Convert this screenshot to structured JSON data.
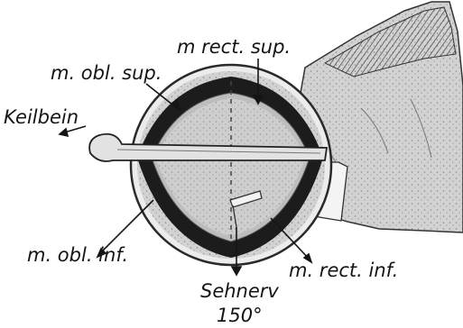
{
  "figure": {
    "labels": {
      "rect_sup": "m rect. sup.",
      "obl_sup": "m. obl. sup.",
      "keilbein": "Keilbein",
      "obl_inf": "m. obl. inf.",
      "rect_inf": "m. rect. inf.",
      "sehnerv": "Sehnerv",
      "angle": "150°"
    }
  }
}
